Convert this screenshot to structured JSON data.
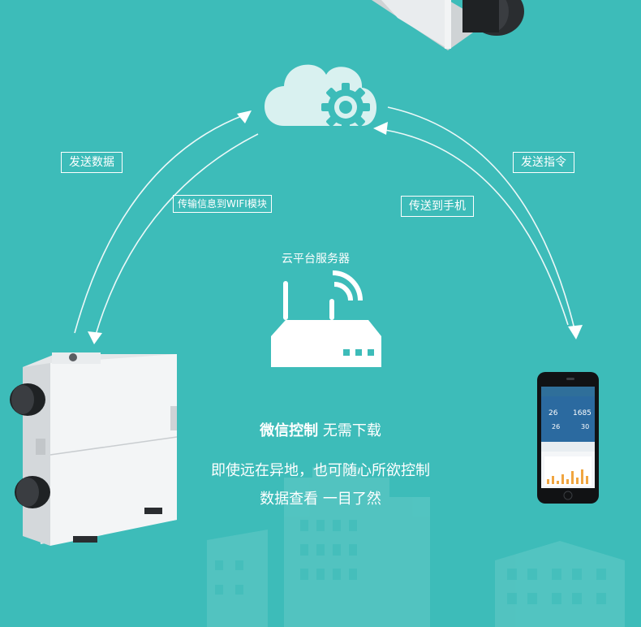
{
  "labels": {
    "send_data": "发送数据",
    "wifi_transfer": "传输信息到WIFI模块",
    "send_command": "发送指令",
    "to_phone": "传送到手机",
    "cloud_server": "云平台服务器"
  },
  "headline": {
    "strong": "微信控制",
    "normal": "无需下载"
  },
  "description": {
    "line1": "即使远在异地，也可随心所欲控制",
    "line2": "数据查看  一目了然"
  },
  "phone_screen": {
    "value_left": "26",
    "value_right": "1685",
    "value_left2": "26",
    "value_right2": "30"
  },
  "colors": {
    "background": "#3dbcb9",
    "cloud": "#d9f1f0",
    "accent": "#ffffff"
  }
}
